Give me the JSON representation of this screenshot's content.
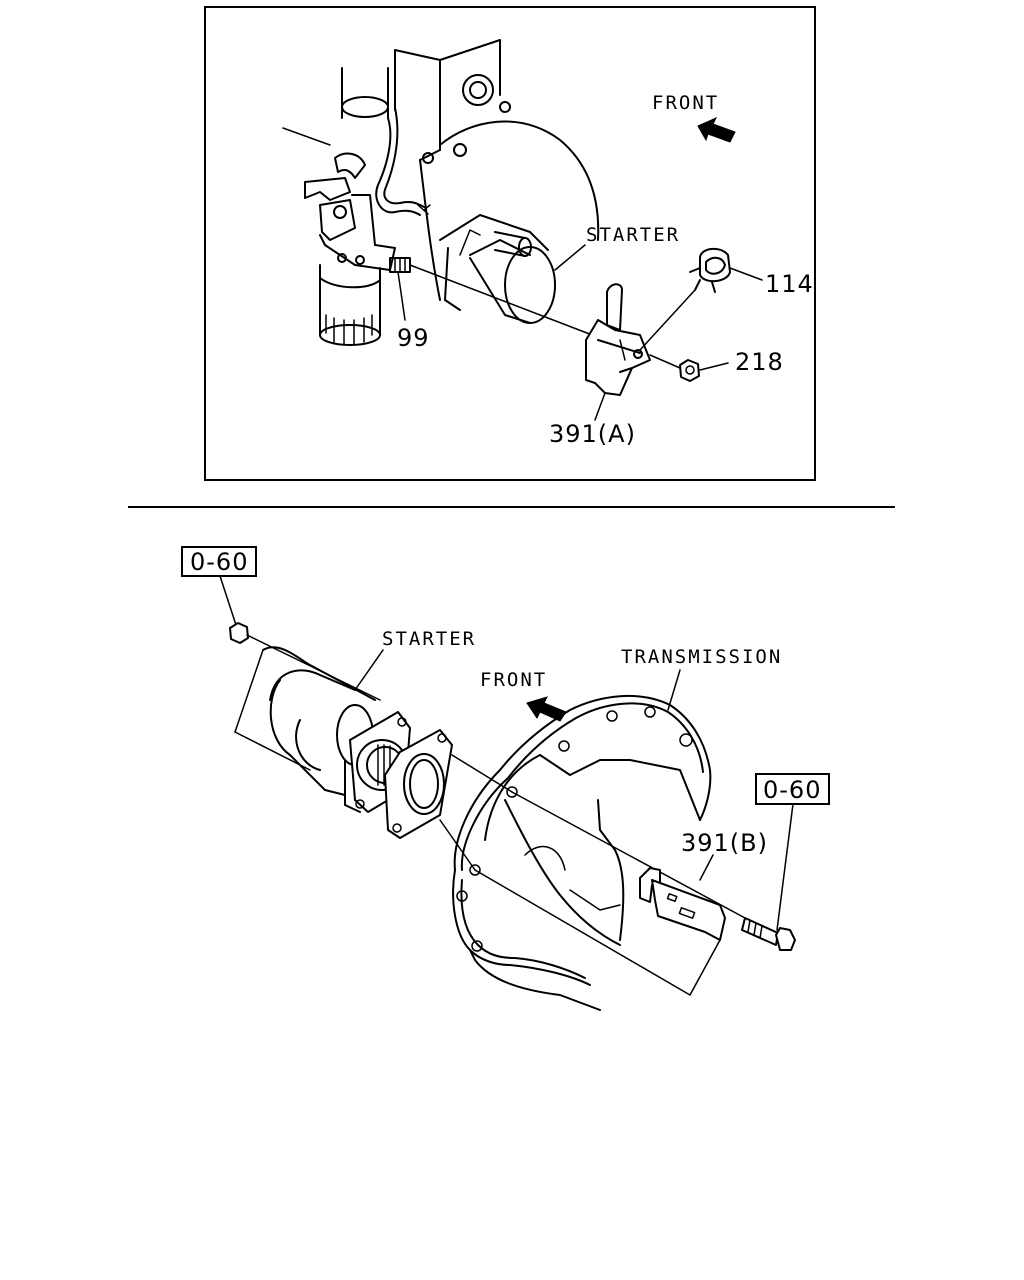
{
  "top_figure": {
    "front_label": "FRONT",
    "starter_label": "STARTER",
    "callouts": {
      "c114": "114",
      "c218": "218",
      "c99": "99",
      "c391a": "391(A)"
    }
  },
  "bottom_figure": {
    "ref_box_left": "0-60",
    "ref_box_right": "0-60",
    "starter_label": "STARTER",
    "front_label": "FRONT",
    "transmission_label": "TRANSMISSION",
    "callout_391b": "391(B)"
  }
}
